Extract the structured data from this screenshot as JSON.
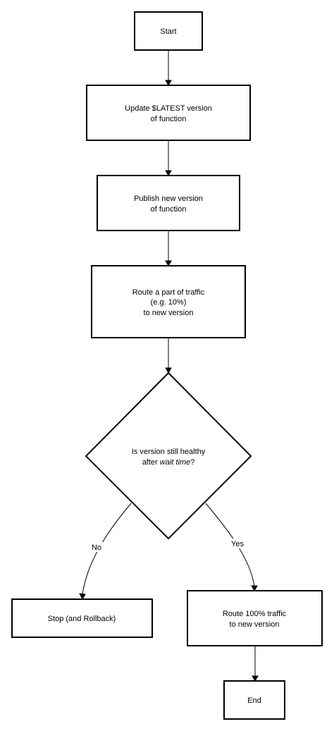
{
  "flowchart": {
    "start": {
      "label": "Start"
    },
    "update": {
      "line1": "Update $LATEST version",
      "line2": "of function"
    },
    "publish": {
      "line1": "Publish new version",
      "line2": "of function"
    },
    "route_part": {
      "line1": "Route a part of traffic",
      "line2": "(e.g. 10%)",
      "line3": "to new version"
    },
    "decision": {
      "line1": "Is version still healthy",
      "line2_prefix": "after ",
      "line2_emphasis": "wait time",
      "line2_suffix": "?"
    },
    "stop": {
      "label": "Stop (and Rollback)"
    },
    "route_full": {
      "line1": "Route 100% traffic",
      "line2": "to new version"
    },
    "end": {
      "label": "End"
    },
    "edges": {
      "no_label": "No",
      "yes_label": "Yes"
    }
  }
}
